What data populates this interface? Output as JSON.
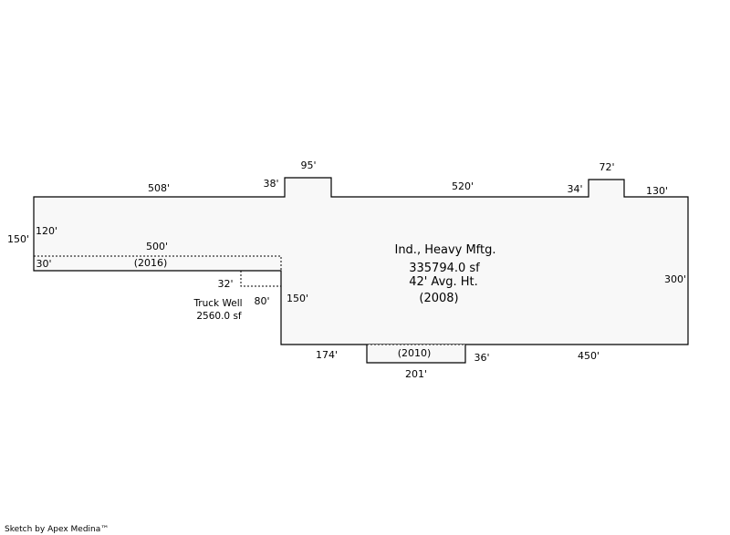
{
  "building": {
    "use": "Ind., Heavy Mftg.",
    "area": "335794.0 sf",
    "height": "42' Avg. Ht.",
    "year": "(2008)"
  },
  "additions": {
    "north_addition_year": "(2016)",
    "south_addition_year": "(2010)"
  },
  "truck_well": {
    "name": "Truck Well",
    "area": "2560.0 sf"
  },
  "dimensions": {
    "top_left": "508'",
    "notch1_left": "38'",
    "notch1_top": "95'",
    "top_middle": "520'",
    "notch2_left": "34'",
    "notch2_top": "72'",
    "top_right": "130'",
    "left_outer": "150'",
    "left_inner": "120'",
    "addition_length": "500'",
    "addition_depth": "30'",
    "truck_width": "32'",
    "truck_depth": "80'",
    "step_down": "150'",
    "right_side": "300'",
    "bottom_left": "174'",
    "south_depth": "36'",
    "bottom_right": "450'",
    "south_width": "201'"
  },
  "footer": "Sketch by Apex Medina™"
}
